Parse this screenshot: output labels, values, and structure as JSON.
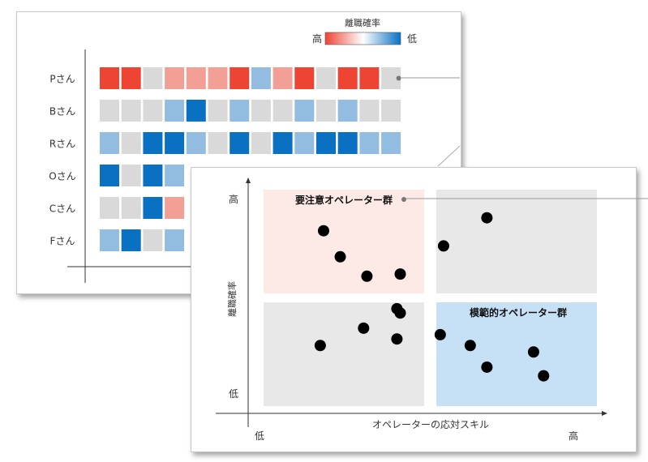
{
  "colors": {
    "high": "#ee4433",
    "high_mid": "#f2a095",
    "neutral": "#d9d9d9",
    "low_mid": "#93bde0",
    "low": "#0a70c2",
    "zone_caution": "#fde9e6",
    "zone_other": "#e8e8e8",
    "zone_model": "#c6e0f6",
    "point": "#000000"
  },
  "chart_data": [
    {
      "type": "heatmap",
      "legend": {
        "title": "離職確率",
        "high_label": "高",
        "low_label": "低"
      },
      "rows": [
        "Pさん",
        "Bさん",
        "Rさん",
        "Oさん",
        "Cさん",
        "Fさん"
      ],
      "level_scale": "2 = high, 1 = somewhat high, 0 = neutral, -1 = somewhat low, -2 = low",
      "values": [
        [
          2,
          2,
          0,
          1,
          1,
          1,
          2,
          -1,
          1,
          2,
          0,
          2,
          2,
          0
        ],
        [
          0,
          0,
          0,
          -1,
          -2,
          0,
          -1,
          0,
          0,
          -1,
          0,
          -1,
          0,
          0
        ],
        [
          -1,
          0,
          -2,
          -2,
          -1,
          0,
          -2,
          0,
          -2,
          -1,
          -2,
          -2,
          -1,
          -1
        ],
        [
          -2,
          0,
          -2,
          -1
        ],
        [
          0,
          0,
          -2,
          1
        ],
        [
          -1,
          -2,
          0,
          -1
        ]
      ]
    },
    {
      "type": "scatter",
      "xlabel": "オペレーターの応対スキル",
      "ylabel": "離職確率",
      "x_low": "低",
      "x_high": "高",
      "y_low": "低",
      "y_high": "高",
      "quadrants": {
        "top_left": "要注意オペレーター群",
        "bottom_right": "模範的オペレーター群"
      },
      "points": [
        [
          0.18,
          0.81
        ],
        [
          0.23,
          0.69
        ],
        [
          0.31,
          0.6
        ],
        [
          0.41,
          0.61
        ],
        [
          0.54,
          0.74
        ],
        [
          0.67,
          0.87
        ],
        [
          0.41,
          0.43
        ],
        [
          0.17,
          0.28
        ],
        [
          0.3,
          0.36
        ],
        [
          0.4,
          0.31
        ],
        [
          0.4,
          0.45
        ],
        [
          0.53,
          0.33
        ],
        [
          0.62,
          0.28
        ],
        [
          0.67,
          0.18
        ],
        [
          0.81,
          0.25
        ],
        [
          0.84,
          0.14
        ]
      ]
    }
  ]
}
